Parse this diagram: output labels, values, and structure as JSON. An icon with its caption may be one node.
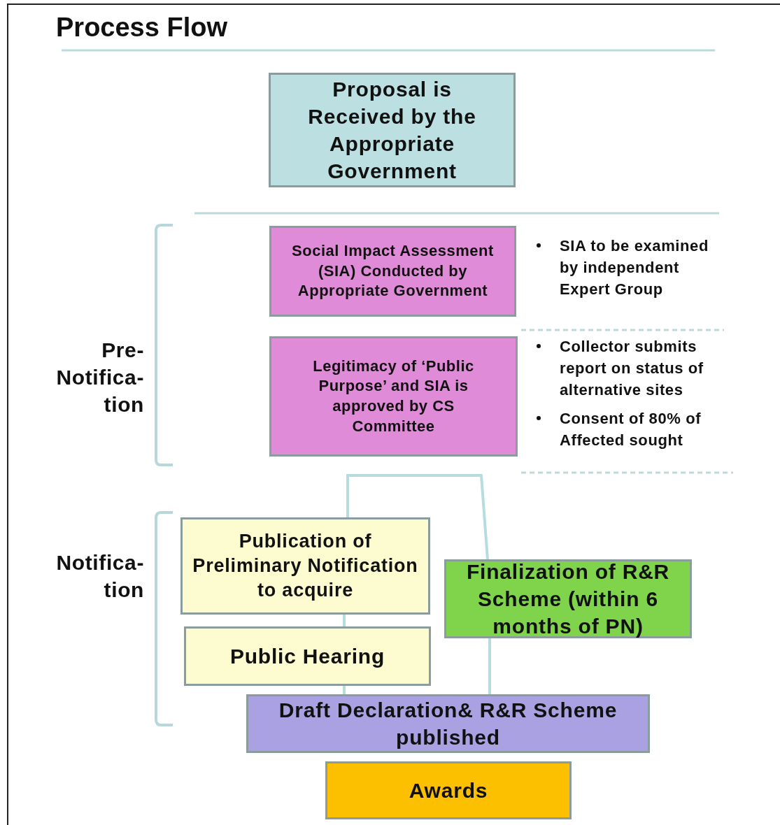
{
  "diagram": {
    "title": "Process Flow",
    "nodes": [
      {
        "text": [
          "Proposal is Received by the Appropriate Government"
        ]
      },
      {
        "text": [
          "Social Impact Assessment (SIA) Conducted by Appropriate Government"
        ]
      },
      {
        "text": [
          "Legitimacy of ‘Public Purpose’ and SIA is approved by CS Committee"
        ]
      },
      {
        "text": [
          "Publication of Preliminary Notification to acquire"
        ]
      },
      {
        "text": [
          "Finalization of R&R Scheme (within 6 months of PN)"
        ]
      },
      {
        "text": [
          "Public Hearing"
        ]
      },
      {
        "text": [
          "Draft Declaration& R&R Scheme published"
        ]
      },
      {
        "text": [
          "Awards"
        ]
      }
    ],
    "edges": [
      {
        "from": 3,
        "to": 4,
        "arrow": "none"
      },
      {
        "from": 3,
        "to": 5,
        "arrow": "none"
      },
      {
        "from": 5,
        "to": 6,
        "arrow": "none"
      },
      {
        "from": 4,
        "to": 6,
        "arrow": "none"
      }
    ],
    "labels": [
      "SIA to be examined by independent Expert Group",
      "Pre- Notifica- tion",
      "Collector submits report on status of alternative sites",
      "Consent of 80% of Affected sought",
      "Notifica- tion"
    ]
  }
}
